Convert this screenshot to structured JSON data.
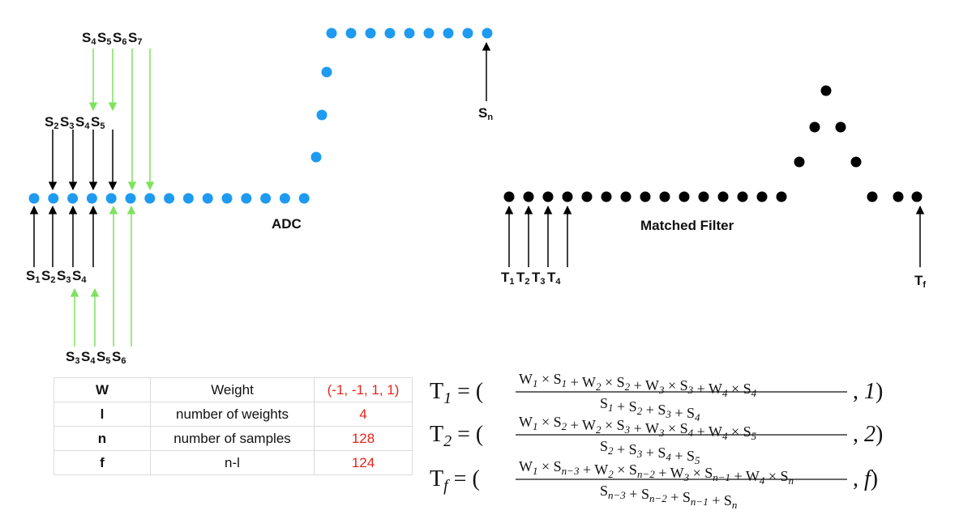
{
  "colors": {
    "samples": "#1e9bf0",
    "filter": "#000000",
    "green_arrows": "#7ee25c",
    "black_arrows": "#000000",
    "table_values": "#e8231a"
  },
  "labels": {
    "adc": "ADC",
    "matched_filter": "Matched Filter",
    "s_n": {
      "base": "S",
      "sub": "n"
    },
    "t_f": {
      "base": "T",
      "sub": "f"
    },
    "group_top": [
      {
        "base": "S",
        "sub": "4"
      },
      {
        "base": "S",
        "sub": "5"
      },
      {
        "base": "S",
        "sub": "6"
      },
      {
        "base": "S",
        "sub": "7"
      }
    ],
    "group_mid": [
      {
        "base": "S",
        "sub": "2"
      },
      {
        "base": "S",
        "sub": "3"
      },
      {
        "base": "S",
        "sub": "4"
      },
      {
        "base": "S",
        "sub": "5"
      }
    ],
    "group_low": [
      {
        "base": "S",
        "sub": "1"
      },
      {
        "base": "S",
        "sub": "2"
      },
      {
        "base": "S",
        "sub": "3"
      },
      {
        "base": "S",
        "sub": "4"
      }
    ],
    "group_bottom": [
      {
        "base": "S",
        "sub": "3"
      },
      {
        "base": "S",
        "sub": "4"
      },
      {
        "base": "S",
        "sub": "5"
      },
      {
        "base": "S",
        "sub": "6"
      }
    ],
    "t_group": [
      {
        "base": "T",
        "sub": "1"
      },
      {
        "base": "T",
        "sub": "2"
      },
      {
        "base": "T",
        "sub": "3"
      },
      {
        "base": "T",
        "sub": "4"
      }
    ]
  },
  "table": {
    "rows": [
      {
        "symbol": "W",
        "description": "Weight",
        "value": "(-1, -1, 1, 1)"
      },
      {
        "symbol": "l",
        "description": "number of weights",
        "value": "4"
      },
      {
        "symbol": "n",
        "description": "number of samples",
        "value": "128"
      },
      {
        "symbol": "f",
        "description": "n-l",
        "value": "124"
      }
    ]
  },
  "equations": [
    {
      "lhs": "T",
      "lhs_sub": "1",
      "second": "1",
      "terms": [
        {
          "w": "1",
          "s": "1"
        },
        {
          "w": "2",
          "s": "2"
        },
        {
          "w": "3",
          "s": "3"
        },
        {
          "w": "4",
          "s": "4"
        }
      ]
    },
    {
      "lhs": "T",
      "lhs_sub": "2",
      "second": "2",
      "terms": [
        {
          "w": "1",
          "s": "2"
        },
        {
          "w": "2",
          "s": "3"
        },
        {
          "w": "3",
          "s": "4"
        },
        {
          "w": "4",
          "s": "5"
        }
      ]
    },
    {
      "lhs": "T",
      "lhs_sub": "f",
      "second": "f",
      "terms": [
        {
          "w": "1",
          "s": "n−3"
        },
        {
          "w": "2",
          "s": "n−2"
        },
        {
          "w": "3",
          "s": "n−1"
        },
        {
          "w": "4",
          "s": "n"
        }
      ]
    }
  ]
}
